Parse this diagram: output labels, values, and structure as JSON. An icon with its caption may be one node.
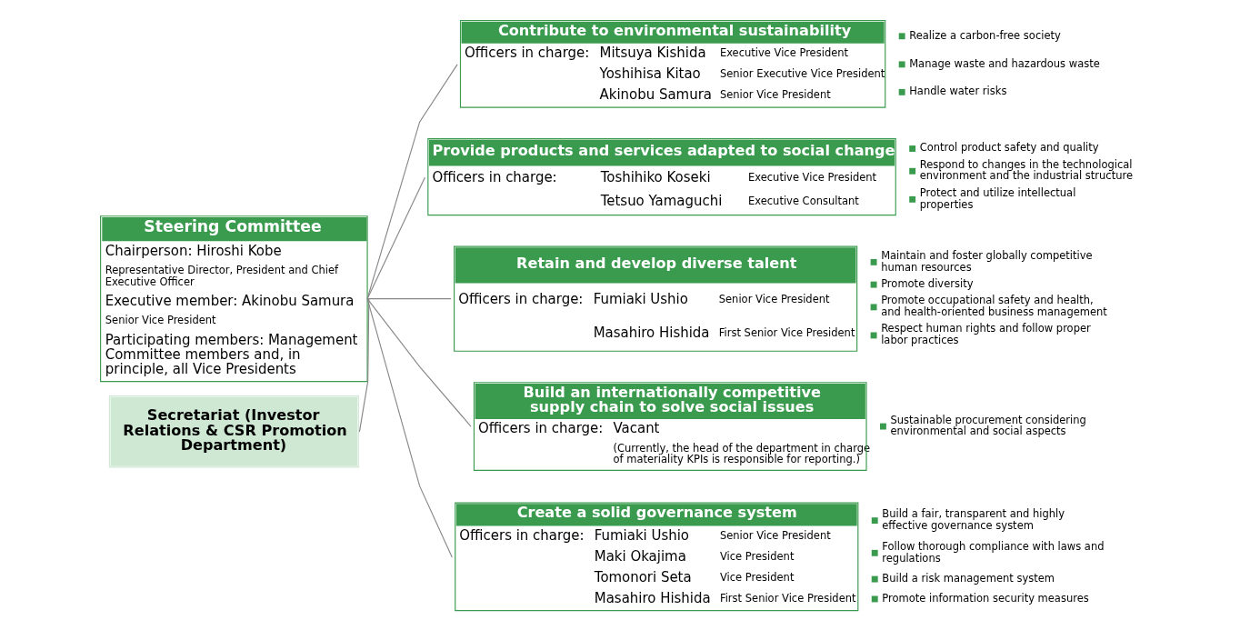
{
  "diagram": {
    "nodes": [
      {
        "text": [
          "Steering Committee",
          "Chairperson: Hiroshi Kobe",
          "Representative Director, President and Chief Executive Officer",
          "Executive member: Akinobu Samura",
          "Senior Vice President",
          "Participating members: Management Committee members and, in principle, all Vice Presidents"
        ]
      },
      {
        "text": [
          "Secretariat (Investor Relations & CSR Promotion Department)"
        ]
      },
      {
        "text": [
          "Contribute to environmental sustainability",
          "Officers in charge:",
          "Mitsuya Kishida",
          "Executive Vice President",
          "Yoshihisa Kitao",
          "Senior Executive Vice President",
          "Akinobu Samura",
          "Senior Vice President"
        ],
        "beside": [
          "Realize a carbon-free society",
          "Manage waste and hazardous waste",
          "Handle water risks"
        ]
      },
      {
        "text": [
          "Provide products and services adapted to social change",
          "Officers in charge:",
          "Toshihiko Koseki",
          "Executive Vice President",
          "Tetsuo Yamaguchi",
          "Executive Consultant"
        ],
        "beside": [
          "Control product safety and quality",
          "Respond to changes in the technological environment and the industrial structure",
          "Protect and utilize intellectual properties"
        ]
      },
      {
        "text": [
          "Retain and develop diverse talent",
          "Officers in charge:",
          "Fumiaki Ushio",
          "Senior Vice President",
          "Masahiro Hishida",
          "First Senior Vice President"
        ],
        "beside": [
          "Maintain and foster globally competitive human resources",
          "Promote diversity",
          "Promote occupational safety and health, and health-oriented business management",
          "Respect human rights and follow proper labor practices"
        ]
      },
      {
        "text": [
          "Build an internationally competitive supply chain to solve social issues",
          "Officers in charge:",
          "Vacant",
          "(Currently, the head of the department in charge of materiality KPIs is responsible for reporting.)"
        ],
        "beside": [
          "Sustainable procurement considering environmental and social aspects"
        ]
      },
      {
        "text": [
          "Create a solid governance system",
          "Officers in charge:",
          "Fumiaki Ushio",
          "Senior Vice President",
          "Maki Okajima",
          "Vice President",
          "Tomonori Seta",
          "Vice President",
          "Masahiro Hishida",
          "First Senior Vice President"
        ],
        "beside": [
          "Build a fair, transparent and highly effective governance system",
          "Follow thorough compliance with laws and regulations",
          "Build a risk management system",
          "Promote information security measures"
        ]
      }
    ],
    "edges": [
      {
        "from": 0,
        "to": 1,
        "arrow": "none"
      },
      {
        "from": 0,
        "to": 2,
        "arrow": "none"
      },
      {
        "from": 0,
        "to": 3,
        "arrow": "none"
      },
      {
        "from": 0,
        "to": 4,
        "arrow": "none"
      },
      {
        "from": 0,
        "to": 5,
        "arrow": "none"
      },
      {
        "from": 0,
        "to": 6,
        "arrow": "none"
      }
    ]
  }
}
